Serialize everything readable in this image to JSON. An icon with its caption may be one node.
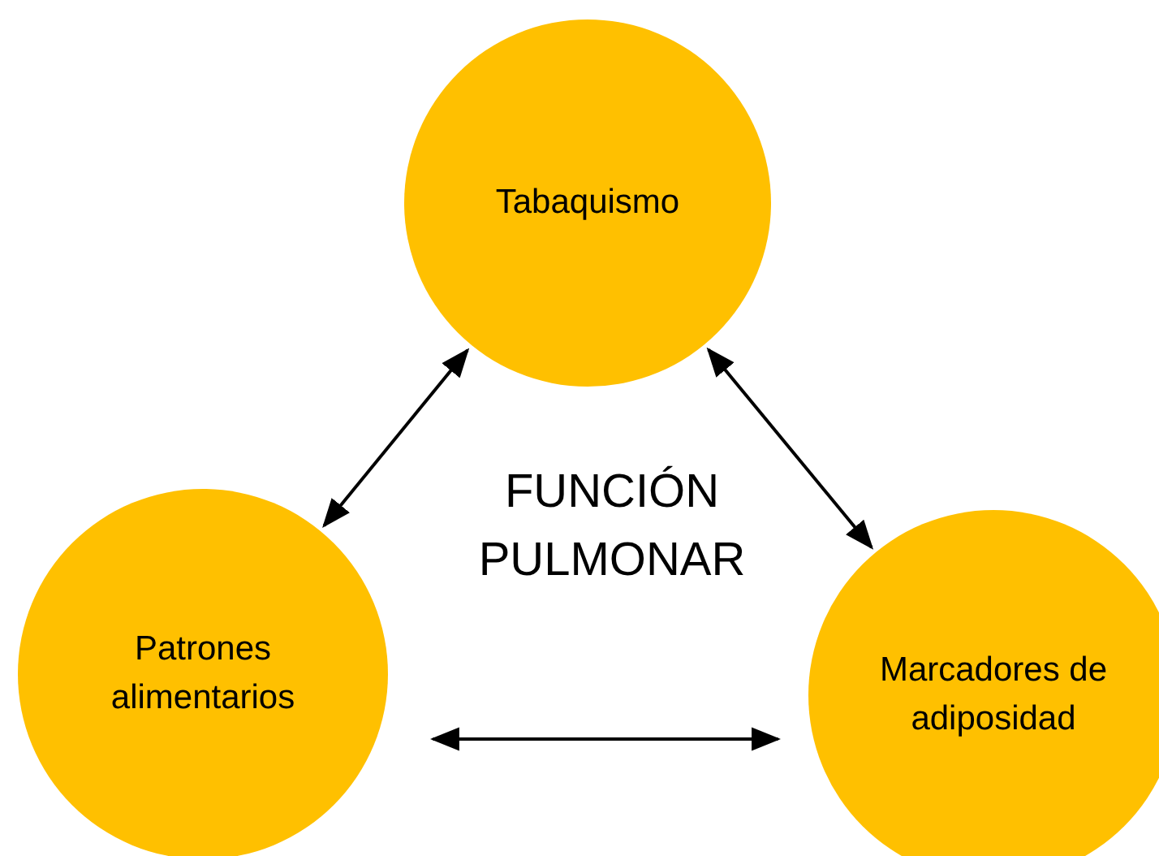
{
  "diagram": {
    "nodes": [
      {
        "text": [
          "Tabaquismo"
        ]
      },
      {
        "text": [
          "Patrones alimentarios"
        ]
      },
      {
        "text": [
          "Marcadores de adiposidad"
        ]
      }
    ],
    "edges": [
      {
        "from": 0,
        "to": 1,
        "arrow": "both"
      },
      {
        "from": 0,
        "to": 2,
        "arrow": "both"
      },
      {
        "from": 1,
        "to": 2,
        "arrow": "both"
      }
    ],
    "labels": [
      "FUNCIÓN PULMONAR"
    ]
  }
}
